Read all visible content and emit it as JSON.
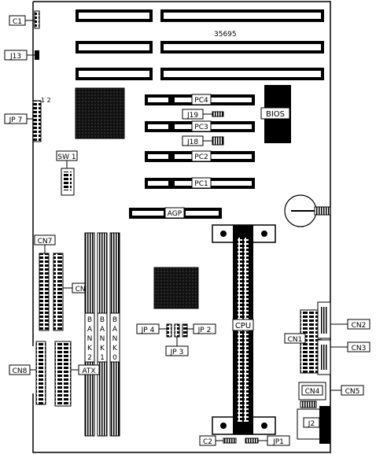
{
  "board_number": "35695",
  "jp7_pin_label": "1 2",
  "labels": {
    "c1": "C1",
    "j13": "J13",
    "jp7": "JP 7",
    "sw1": "SW 1",
    "cn7": "CN7",
    "cn6": "CN6",
    "cn8": "CN8",
    "atx": "ATX",
    "pc1": "PC1",
    "pc2": "PC2",
    "pc3": "PC3",
    "pc4": "PC4",
    "agp": "AGP",
    "j19": "J19",
    "j18": "J18",
    "bios": "BIOS",
    "jp4": "JP 4",
    "jp2": "JP 2",
    "jp3": "JP 3",
    "cpu": "CPU",
    "cn1": "CN1",
    "cn2": "CN2",
    "cn3": "CN3",
    "cn4": "CN4",
    "cn5": "CN5",
    "j2": "J2",
    "c2": "C2",
    "jp1": "JP1"
  },
  "bank_letters": {
    "bank2": [
      "B",
      "A",
      "N",
      "K",
      "2"
    ],
    "bank1": [
      "B",
      "A",
      "N",
      "K",
      "1"
    ],
    "bank0": [
      "B",
      "A",
      "N",
      "K",
      "0"
    ]
  }
}
